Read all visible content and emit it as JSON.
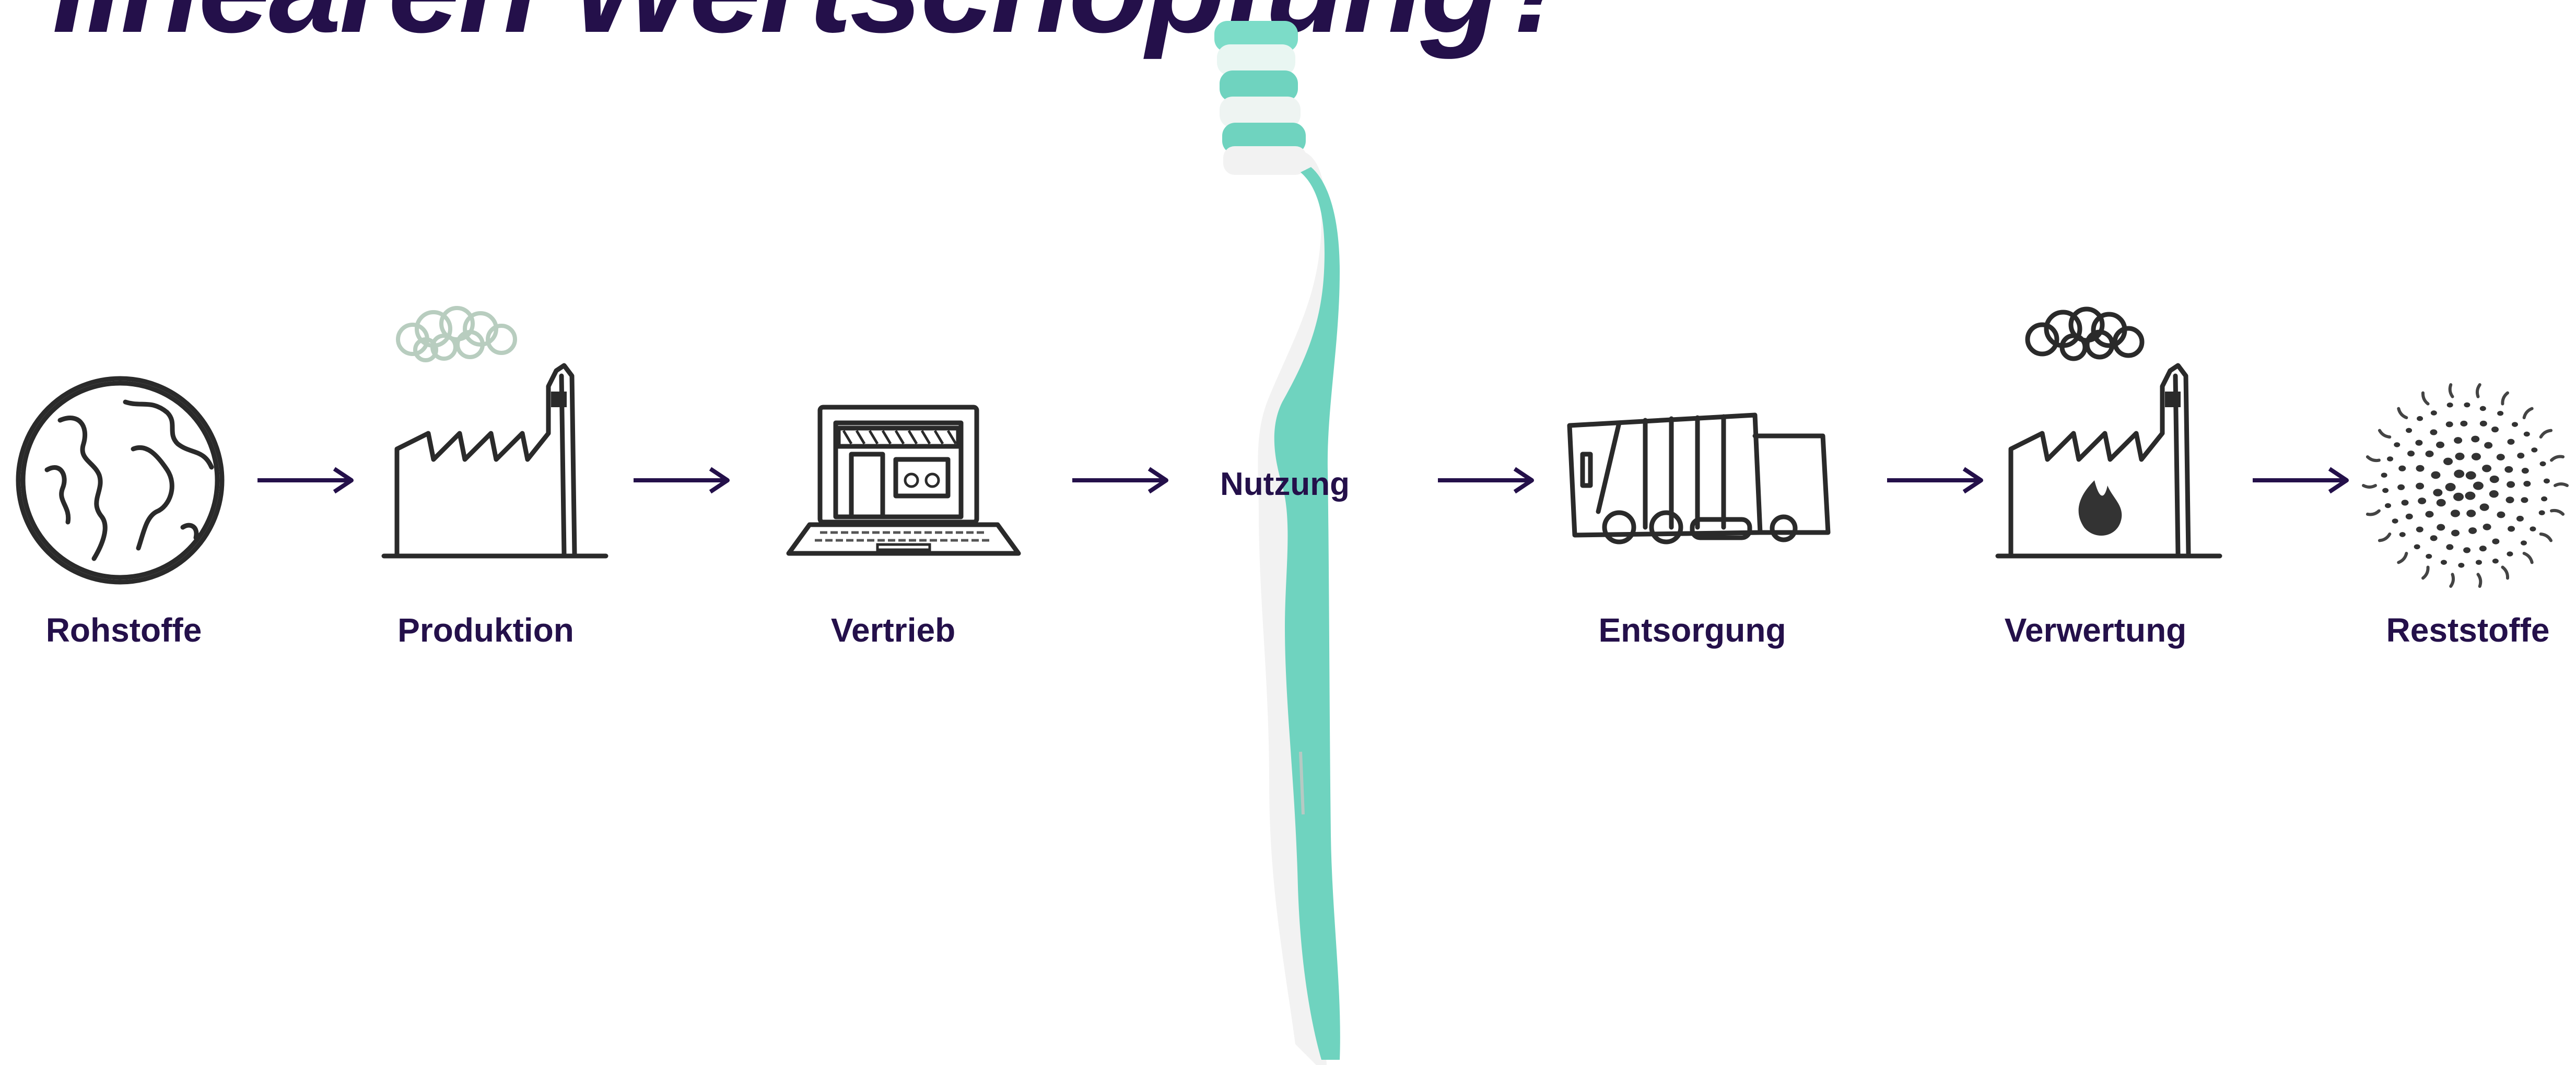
{
  "title": "linearen Wertschöpfung?",
  "colors": {
    "text": "#24104a",
    "arrow": "#24104a",
    "sketch": "#2a2a2a",
    "toothbrush_teal": "#6fd3bf",
    "toothbrush_white": "#f2f2f2"
  },
  "stages": [
    {
      "label": "Rohstoffe",
      "icon": "globe-icon"
    },
    {
      "label": "Produktion",
      "icon": "factory-icon"
    },
    {
      "label": "Vertrieb",
      "icon": "laptop-shop-icon"
    },
    {
      "label": "Nutzung",
      "icon": "toothbrush-image"
    },
    {
      "label": "Entsorgung",
      "icon": "garbage-truck-icon"
    },
    {
      "label": "Verwertung",
      "icon": "incineration-plant-icon"
    },
    {
      "label": "Reststoffe",
      "icon": "residue-particles-icon"
    }
  ]
}
